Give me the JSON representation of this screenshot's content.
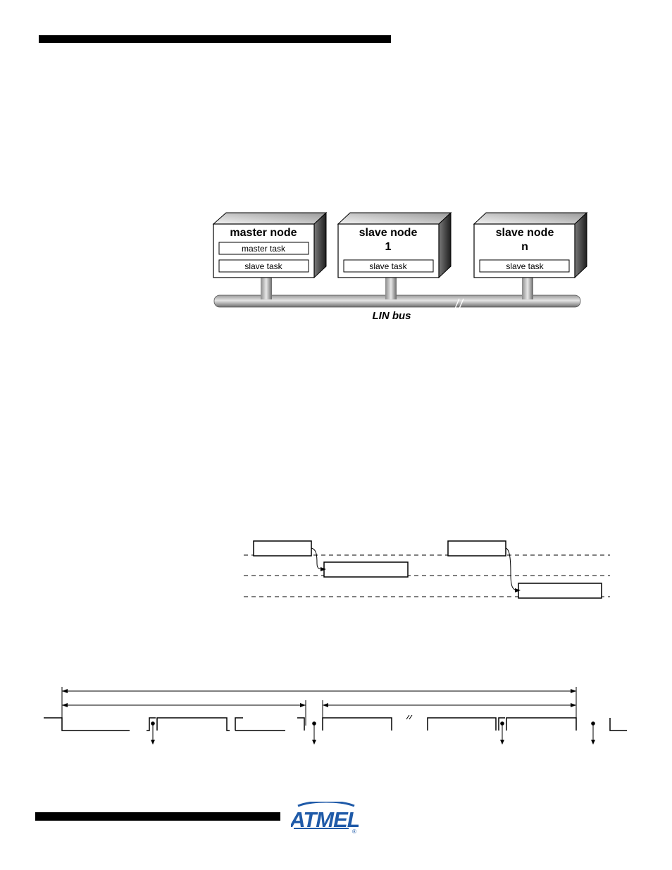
{
  "network_diagram": {
    "nodes": [
      {
        "title_line1": "master node",
        "title_line2": "",
        "tasks": [
          "master task",
          "slave task"
        ]
      },
      {
        "title_line1": "slave node",
        "title_line2": "1",
        "tasks": [
          "slave task"
        ]
      },
      {
        "title_line1": "slave node",
        "title_line2": "n",
        "tasks": [
          "slave task"
        ]
      }
    ],
    "bus_label": "LIN bus"
  },
  "logo": {
    "text": "ATMEL",
    "registered": "®",
    "color": "#1f5aa8"
  }
}
